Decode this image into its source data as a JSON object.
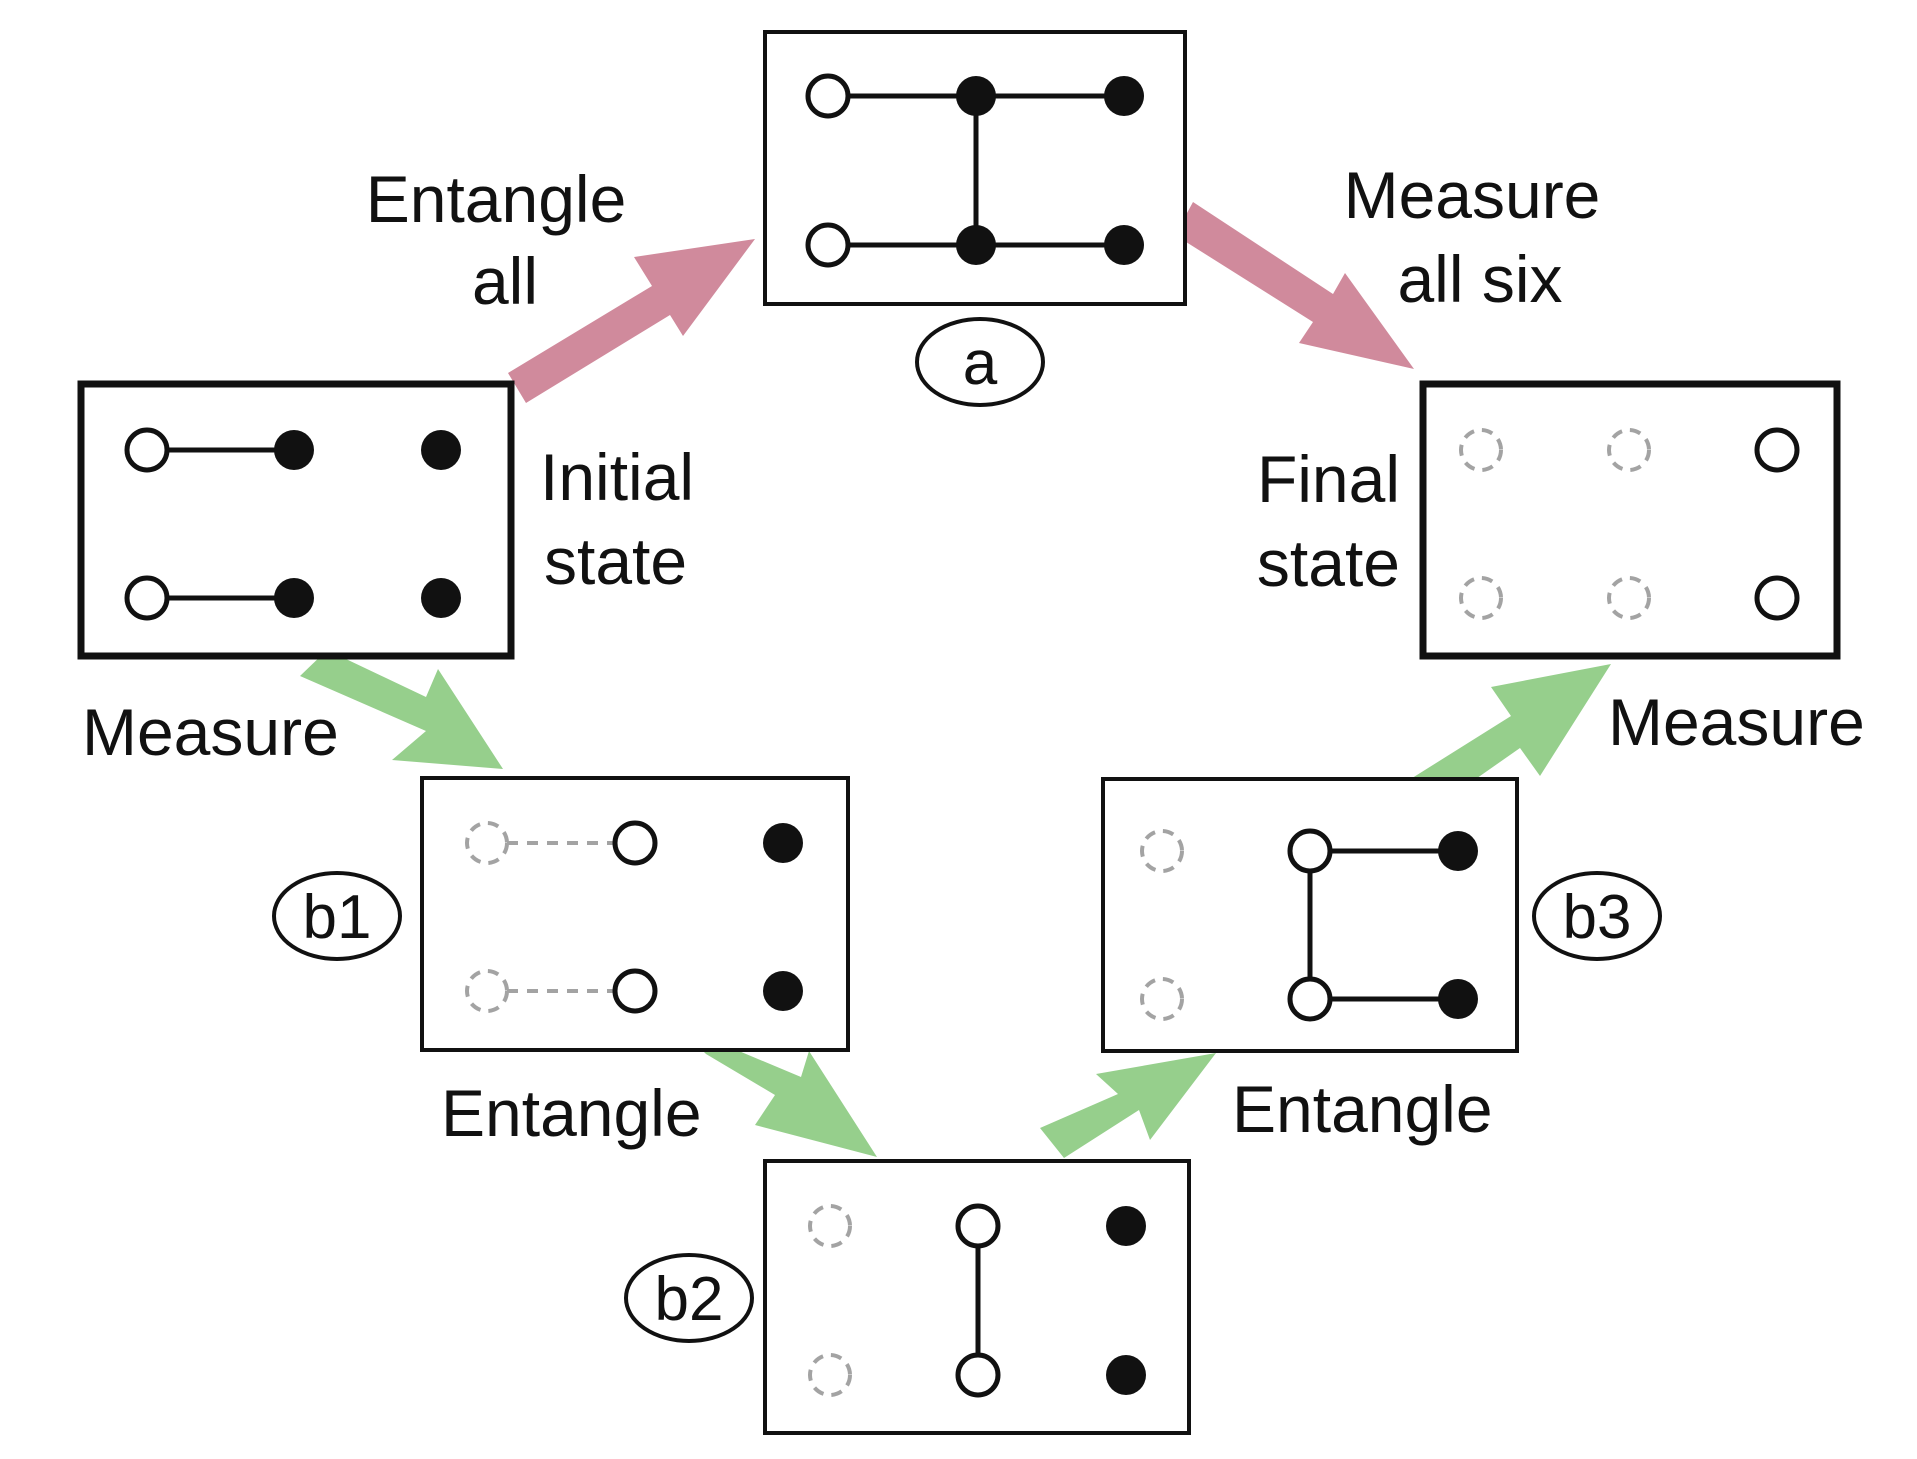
{
  "colors": {
    "entangle_all_path": "#d08a9c",
    "sequential_path": "#96cf8c",
    "qubit_black": "#111111",
    "qubit_measured": "#a3a3a3"
  },
  "labels": {
    "entangle_all": [
      "Entangle",
      "all"
    ],
    "measure_all_six": [
      "Measure",
      "all six"
    ],
    "initial_state": [
      "Initial",
      "state"
    ],
    "final_state": [
      "Final",
      "state"
    ],
    "measure_1": "Measure",
    "entangle_1": "Entangle",
    "entangle_2": "Entangle",
    "measure_2": "Measure"
  },
  "panel_tags": {
    "a": "a",
    "b1": "b1",
    "b2": "b2",
    "b3": "b3"
  },
  "legend_of_markers": {
    "qubit_kinds": [
      "open",
      "filled",
      "measured"
    ]
  },
  "panels": [
    {
      "id": "initial",
      "qubits": [
        [
          "open",
          "filled",
          "filled"
        ],
        [
          "open",
          "filled",
          "filled"
        ]
      ],
      "bonds": [
        [
          "r0c0",
          "r0c1",
          "solid"
        ],
        [
          "r1c0",
          "r1c1",
          "solid"
        ]
      ]
    },
    {
      "id": "a",
      "qubits": [
        [
          "open",
          "filled",
          "filled"
        ],
        [
          "open",
          "filled",
          "filled"
        ]
      ],
      "bonds": [
        [
          "r0c0",
          "r0c1",
          "solid"
        ],
        [
          "r0c1",
          "r0c2",
          "solid"
        ],
        [
          "r1c0",
          "r1c1",
          "solid"
        ],
        [
          "r1c1",
          "r1c2",
          "solid"
        ],
        [
          "r0c1",
          "r1c1",
          "solid"
        ]
      ]
    },
    {
      "id": "final",
      "qubits": [
        [
          "measured",
          "measured",
          "open"
        ],
        [
          "measured",
          "measured",
          "open"
        ]
      ],
      "bonds": []
    },
    {
      "id": "b1",
      "qubits": [
        [
          "measured",
          "open",
          "filled"
        ],
        [
          "measured",
          "open",
          "filled"
        ]
      ],
      "bonds": [
        [
          "r0c0",
          "r0c1",
          "dashed"
        ],
        [
          "r1c0",
          "r1c1",
          "dashed"
        ]
      ]
    },
    {
      "id": "b2",
      "qubits": [
        [
          "measured",
          "open",
          "filled"
        ],
        [
          "measured",
          "open",
          "filled"
        ]
      ],
      "bonds": [
        [
          "r0c1",
          "r1c1",
          "solid"
        ]
      ]
    },
    {
      "id": "b3",
      "qubits": [
        [
          "measured",
          "open",
          "filled"
        ],
        [
          "measured",
          "open",
          "filled"
        ]
      ],
      "bonds": [
        [
          "r0c1",
          "r0c2",
          "solid"
        ],
        [
          "r1c1",
          "r1c2",
          "solid"
        ],
        [
          "r0c1",
          "r1c1",
          "solid"
        ]
      ]
    }
  ]
}
